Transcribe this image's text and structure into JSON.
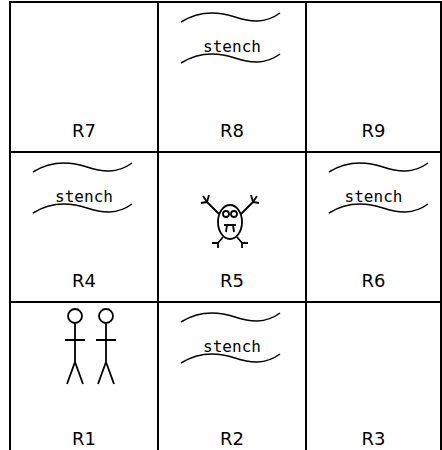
{
  "diagram": {
    "nodes": [
      {
        "text": [
          "R7"
        ]
      },
      {
        "text": [
          "stench",
          "R8"
        ]
      },
      {
        "text": [
          "R9"
        ]
      },
      {
        "text": [
          "stench",
          "R4"
        ]
      },
      {
        "text": [
          "R5"
        ]
      },
      {
        "text": [
          "stench",
          "R6"
        ]
      },
      {
        "text": [
          "R1"
        ]
      },
      {
        "text": [
          "stench",
          "R2"
        ]
      },
      {
        "text": [
          "R3"
        ]
      }
    ]
  }
}
